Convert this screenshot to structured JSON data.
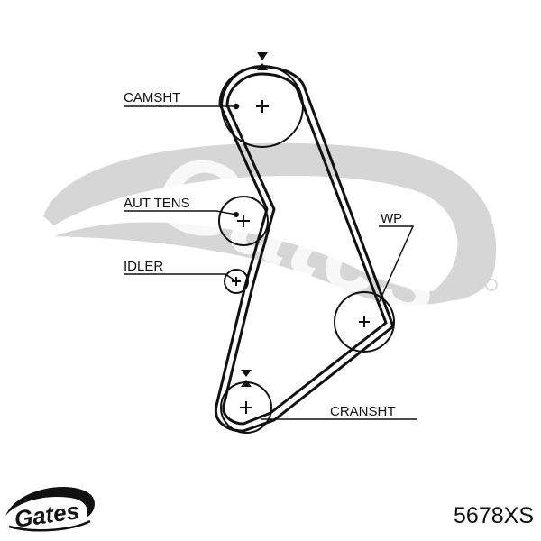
{
  "diagram": {
    "labels": {
      "camshaft": "CAMSHT",
      "tensioner": "AUT TENS",
      "idler": "IDLER",
      "water_pump": "WP",
      "crankshaft": "CRANSHT"
    },
    "watermark_text": "Gates"
  },
  "footer": {
    "brand": "Gates",
    "part_number": "5678XS"
  },
  "colors": {
    "ink": "#111111",
    "watermark": "#d6d6d6"
  }
}
